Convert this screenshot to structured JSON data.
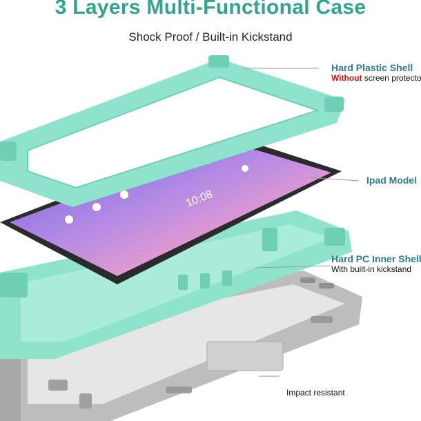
{
  "header": {
    "title": "3 Layers Multi-Functional Case",
    "subtitle": "Shock Proof / Built-in Kickstand"
  },
  "labels": {
    "shell": {
      "title": "Hard Plastic Shell",
      "emphasis": "Without",
      "detail": "screen protector"
    },
    "model": {
      "title": "Ipad Model"
    },
    "inner": {
      "title": "Hard PC Inner Shell",
      "detail": "With built-in kickstand"
    },
    "impact": {
      "detail": "Impact resistant"
    }
  },
  "screen": {
    "clock": "10:08"
  },
  "colors": {
    "mint": "#8de3cc",
    "mint_dark": "#4fc2a6",
    "grey": "#b9b9b9",
    "tablet": "#2b2b2e",
    "title": "#2ea58c",
    "callout": "#2c7b95",
    "warning": "#d01010"
  }
}
